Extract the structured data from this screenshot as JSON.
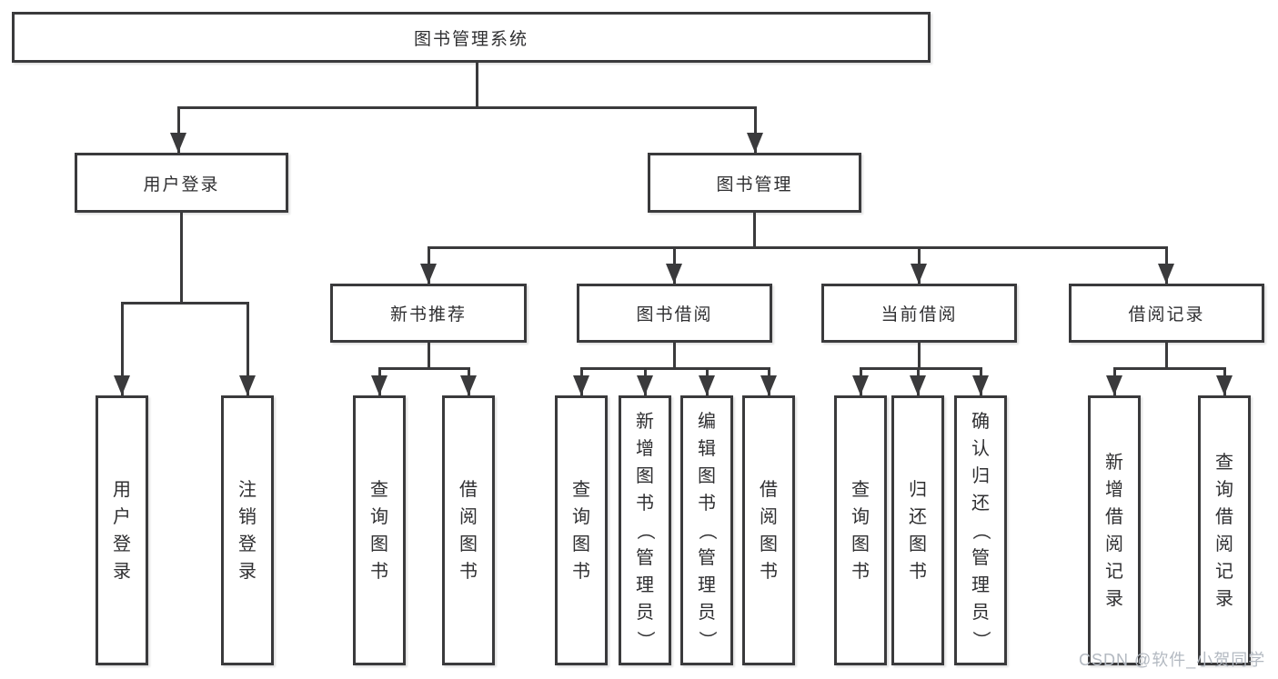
{
  "diagram": {
    "root": {
      "label": "图书管理系统"
    },
    "level2": [
      {
        "label": "用户登录"
      },
      {
        "label": "图书管理"
      }
    ],
    "level3": [
      {
        "label": "新书推荐",
        "parent": "图书管理"
      },
      {
        "label": "图书借阅",
        "parent": "图书管理"
      },
      {
        "label": "当前借阅",
        "parent": "图书管理"
      },
      {
        "label": "借阅记录",
        "parent": "图书管理"
      }
    ],
    "leaves": [
      {
        "label": "用户登录",
        "parent": "用户登录"
      },
      {
        "label": "注销登录",
        "parent": "用户登录"
      },
      {
        "label": "查询图书",
        "parent": "新书推荐"
      },
      {
        "label": "借阅图书",
        "parent": "新书推荐"
      },
      {
        "label": "查询图书",
        "parent": "图书借阅"
      },
      {
        "label": "新增图书（管理员）",
        "parent": "图书借阅"
      },
      {
        "label": "编辑图书（管理员）",
        "parent": "图书借阅"
      },
      {
        "label": "借阅图书",
        "parent": "图书借阅"
      },
      {
        "label": "查询图书",
        "parent": "当前借阅"
      },
      {
        "label": "归还图书",
        "parent": "当前借阅"
      },
      {
        "label": "确认归还（管理员）",
        "parent": "当前借阅"
      },
      {
        "label": "新增借阅记录",
        "parent": "借阅记录"
      },
      {
        "label": "查询借阅记录",
        "parent": "借阅记录"
      }
    ]
  },
  "watermark": {
    "text": "CSDN @软件_小贺同学"
  },
  "colors": {
    "line": "#3a3a3c",
    "text": "#2f2f31",
    "box_background": "#ffffff",
    "page_background": "#ffffff",
    "watermark": "#b3b9c1"
  }
}
